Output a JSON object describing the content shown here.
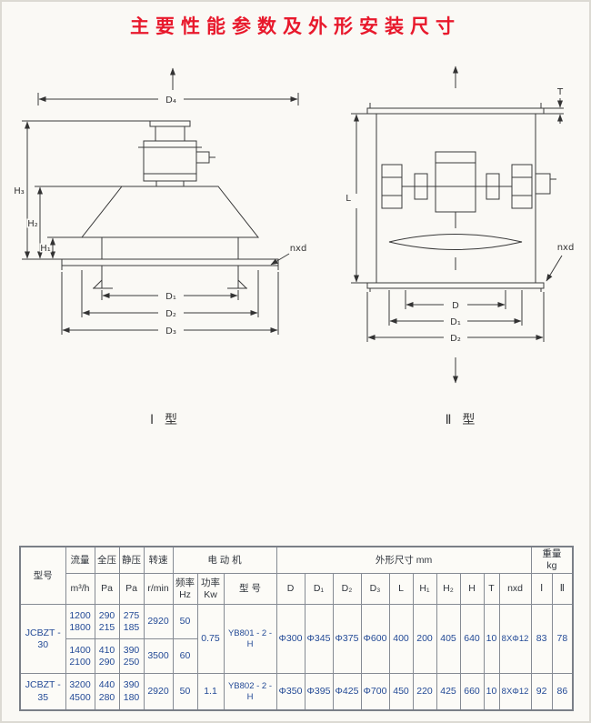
{
  "page": {
    "title": "主要性能参数及外形安装尺寸"
  },
  "diagrams": {
    "type1": {
      "caption": "Ⅰ 型",
      "labels": {
        "d4": "D₄",
        "h3": "H₃",
        "h2": "H₂",
        "h1": "H₁",
        "d1": "D₁",
        "d2": "D₂",
        "d3": "D₃",
        "nxd": "nxd"
      }
    },
    "type2": {
      "caption": "Ⅱ 型",
      "labels": {
        "t": "T",
        "l": "L",
        "d": "D",
        "d1": "D₁",
        "d2": "D₂",
        "nxd": "nxd"
      }
    }
  },
  "table": {
    "headers": {
      "model": "型号",
      "flow": "流量",
      "flow_unit": "m³/h",
      "tp": "全压",
      "tp_unit": "Pa",
      "sp": "静压",
      "sp_unit": "Pa",
      "speed": "转速",
      "speed_unit": "r/min",
      "motor_group": "电  动  机",
      "freq": "频率\nHz",
      "power": "功率\nKw",
      "motor_model": "型  号",
      "dims_group": "外形尺寸  mm",
      "d": "D",
      "d1": "D₁",
      "d2": "D₂",
      "d3": "D₃",
      "l": "L",
      "h1": "H₁",
      "h2": "H₂",
      "h": "H",
      "t": "T",
      "nxd": "nxd",
      "weight_group": "重量\nkg",
      "w1": "Ⅰ",
      "w2": "Ⅱ"
    },
    "rows": {
      "jcbzt30": {
        "model": "JCBZT -\n30",
        "sub1": {
          "flow": "1200\n1800",
          "tp": "290\n215",
          "sp": "275\n185",
          "speed": "2920",
          "freq": "50"
        },
        "sub2": {
          "flow": "1400\n2100",
          "tp": "410\n290",
          "sp": "390\n250",
          "speed": "3500",
          "freq": "60"
        },
        "power": "0.75",
        "motor_model": "YB801 - 2 - H",
        "d": "Φ300",
        "d1": "Φ345",
        "d2": "Φ375",
        "d3": "Φ600",
        "l": "400",
        "h1": "200",
        "h2": "405",
        "h": "640",
        "t": "10",
        "nxd": "8XΦ12",
        "w1": "83",
        "w2": "78"
      },
      "jcbzt35": {
        "model": "JCBZT -\n35",
        "sub1": {
          "flow": "3200\n4500",
          "tp": "440\n280",
          "sp": "390\n180",
          "speed": "2920",
          "freq": "50"
        },
        "power": "1.1",
        "motor_model": "YB802 - 2 - H",
        "d": "Φ350",
        "d1": "Φ395",
        "d2": "Φ425",
        "d3": "Φ700",
        "l": "450",
        "h1": "220",
        "h2": "425",
        "h": "660",
        "t": "10",
        "nxd": "8XΦ12",
        "w1": "92",
        "w2": "86"
      }
    }
  }
}
